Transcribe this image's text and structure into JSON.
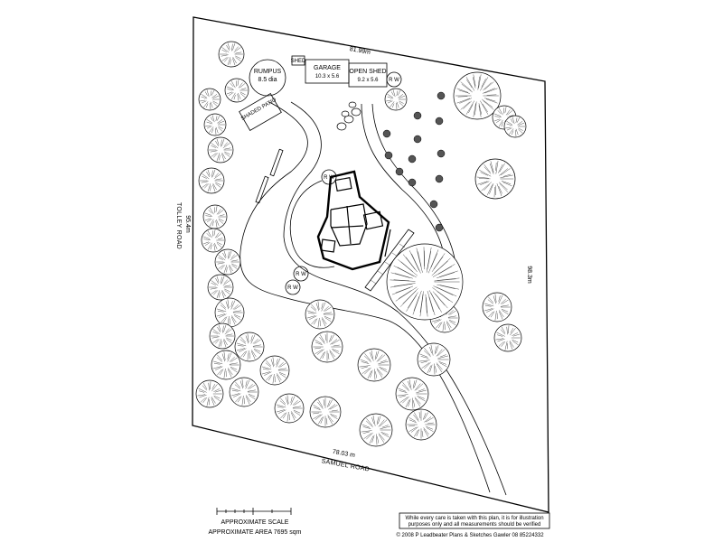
{
  "plan": {
    "north_boundary": "81.99m",
    "west_boundary": "95.4m",
    "east_boundary": "98.3m",
    "south_boundary": "78.03 m",
    "west_road": "TOLLEY ROAD",
    "south_road": "SAMUEL ROAD"
  },
  "structures": {
    "rumpus_title": "RUMPUS",
    "rumpus_size": "8.5 dia",
    "garage_title": "GARAGE",
    "garage_size": "10.3 x 5.6",
    "open_shed_title": "OPEN SHED",
    "open_shed_size": "9.2 x 5.6",
    "shed_label": "SHED",
    "patio_label": "SHADED PATIO",
    "rainwater_tank_label": "R W"
  },
  "scale": {
    "label": "APPROXIMATE  SCALE",
    "area": "APPROXIMATE  AREA  7695 sqm"
  },
  "disclaimer": {
    "line1": "While every care is taken with this plan, it is for illustration",
    "line2": "purposes only and all measurements should be verified"
  },
  "copyright": "©  2008 P Leadbeater Plans & Sketches Gawler 08 85224332"
}
